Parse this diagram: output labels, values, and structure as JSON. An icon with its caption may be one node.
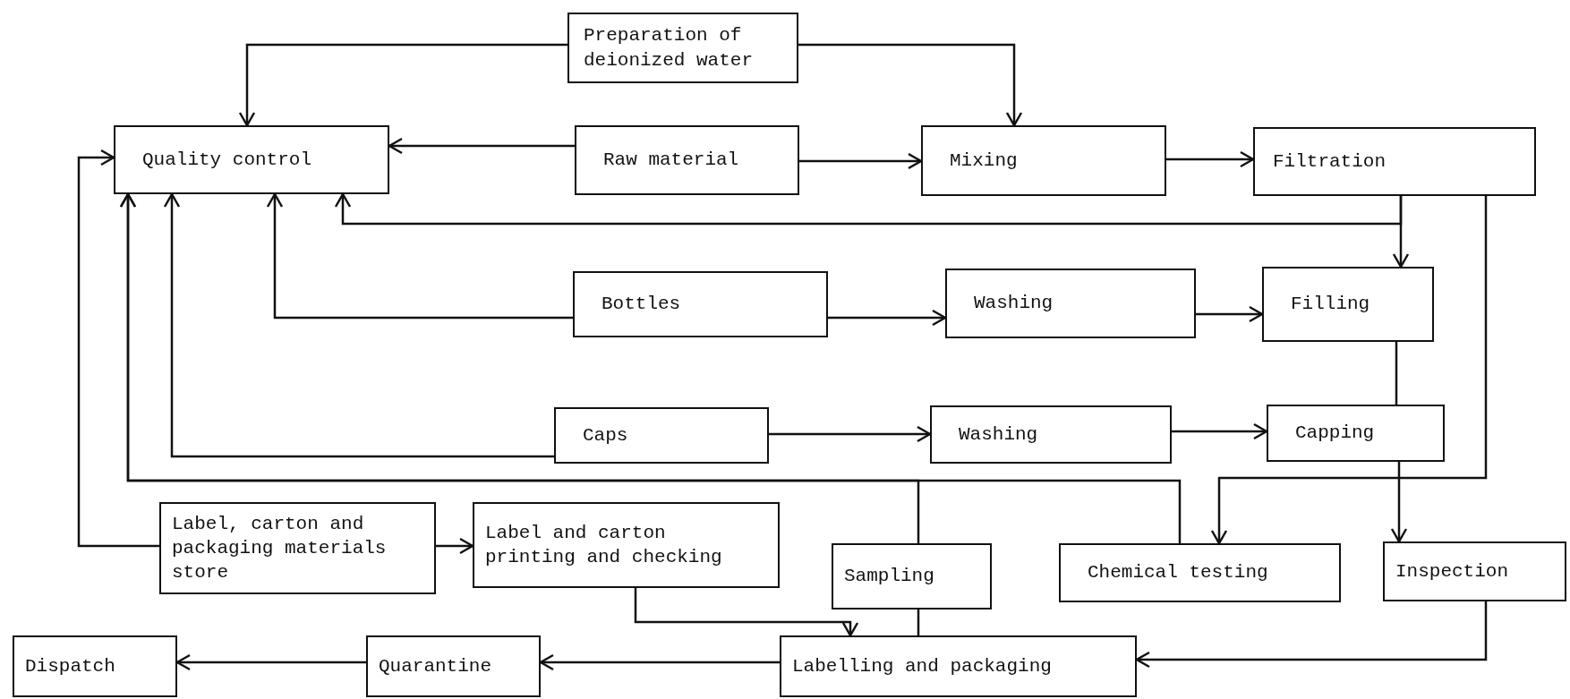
{
  "diagram": {
    "nodes": [
      {
        "text": [
          "Preparation of deionized water"
        ]
      },
      {
        "text": [
          "Quality control"
        ]
      },
      {
        "text": [
          "Raw material"
        ]
      },
      {
        "text": [
          "Mixing"
        ]
      },
      {
        "text": [
          "Filtration"
        ]
      },
      {
        "text": [
          "Bottles"
        ]
      },
      {
        "text": [
          "Washing"
        ]
      },
      {
        "text": [
          "Filling"
        ]
      },
      {
        "text": [
          "Caps"
        ]
      },
      {
        "text": [
          "Washing"
        ]
      },
      {
        "text": [
          "Capping"
        ]
      },
      {
        "text": [
          "Label, carton and packaging materials store"
        ]
      },
      {
        "text": [
          "Label and carton printing and checking"
        ]
      },
      {
        "text": [
          "Sampling"
        ]
      },
      {
        "text": [
          "Chemical testing"
        ]
      },
      {
        "text": [
          "Inspection"
        ]
      },
      {
        "text": [
          "Labelling and packaging"
        ]
      },
      {
        "text": [
          "Quarantine"
        ]
      },
      {
        "text": [
          "Dispatch"
        ]
      }
    ],
    "edges": [
      {
        "from": 0,
        "to": 1,
        "arrow": "to"
      },
      {
        "from": 0,
        "to": 3,
        "arrow": "to"
      },
      {
        "from": 2,
        "to": 1,
        "arrow": "to"
      },
      {
        "from": 2,
        "to": 3,
        "arrow": "to"
      },
      {
        "from": 3,
        "to": 4,
        "arrow": "to"
      },
      {
        "from": 4,
        "to": 7,
        "arrow": "to"
      },
      {
        "from": 4,
        "to": 1,
        "arrow": "to"
      },
      {
        "from": 5,
        "to": 1,
        "arrow": "to"
      },
      {
        "from": 5,
        "to": 6,
        "arrow": "to"
      },
      {
        "from": 6,
        "to": 7,
        "arrow": "to"
      },
      {
        "from": 7,
        "to": 10,
        "arrow": "none"
      },
      {
        "from": 8,
        "to": 1,
        "arrow": "to"
      },
      {
        "from": 8,
        "to": 9,
        "arrow": "to"
      },
      {
        "from": 9,
        "to": 10,
        "arrow": "to"
      },
      {
        "from": 10,
        "to": 15,
        "arrow": "to"
      },
      {
        "from": 4,
        "to": 14,
        "arrow": "to"
      },
      {
        "from": 13,
        "to": 1,
        "arrow": "to"
      },
      {
        "from": 14,
        "to": 1,
        "arrow": "to"
      },
      {
        "from": 11,
        "to": 1,
        "arrow": "to"
      },
      {
        "from": 11,
        "to": 12,
        "arrow": "to"
      },
      {
        "from": 12,
        "to": 16,
        "arrow": "to"
      },
      {
        "from": 16,
        "to": 13,
        "arrow": "none"
      },
      {
        "from": 15,
        "to": 16,
        "arrow": "to"
      },
      {
        "from": 16,
        "to": 17,
        "arrow": "to"
      },
      {
        "from": 17,
        "to": 18,
        "arrow": "to"
      }
    ]
  }
}
